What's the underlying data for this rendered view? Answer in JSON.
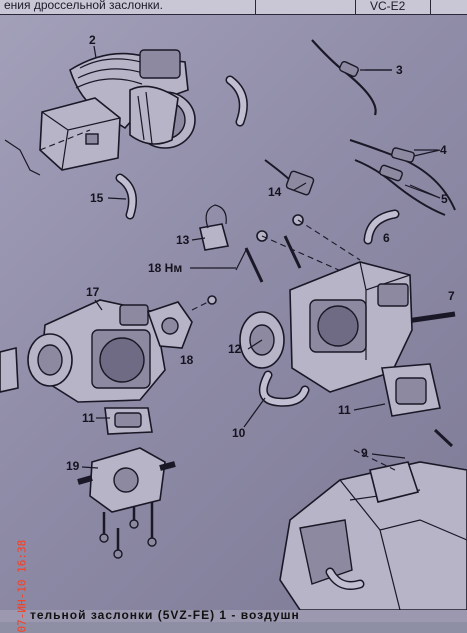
{
  "header": {
    "title": "ения дроссельной заслонки.",
    "code": "VC-E2"
  },
  "footer": {
    "text": "тельной заслонки (5VZ-FE) 1 - воздушн"
  },
  "timestamp": "07-ИН-10 16:38",
  "diagram": {
    "callouts": [
      "2",
      "3",
      "4",
      "5",
      "6",
      "7",
      "9",
      "10",
      "11",
      "11",
      "12",
      "13",
      "14",
      "15",
      "17",
      "18",
      "19"
    ],
    "torque_label": "18 Нм"
  }
}
